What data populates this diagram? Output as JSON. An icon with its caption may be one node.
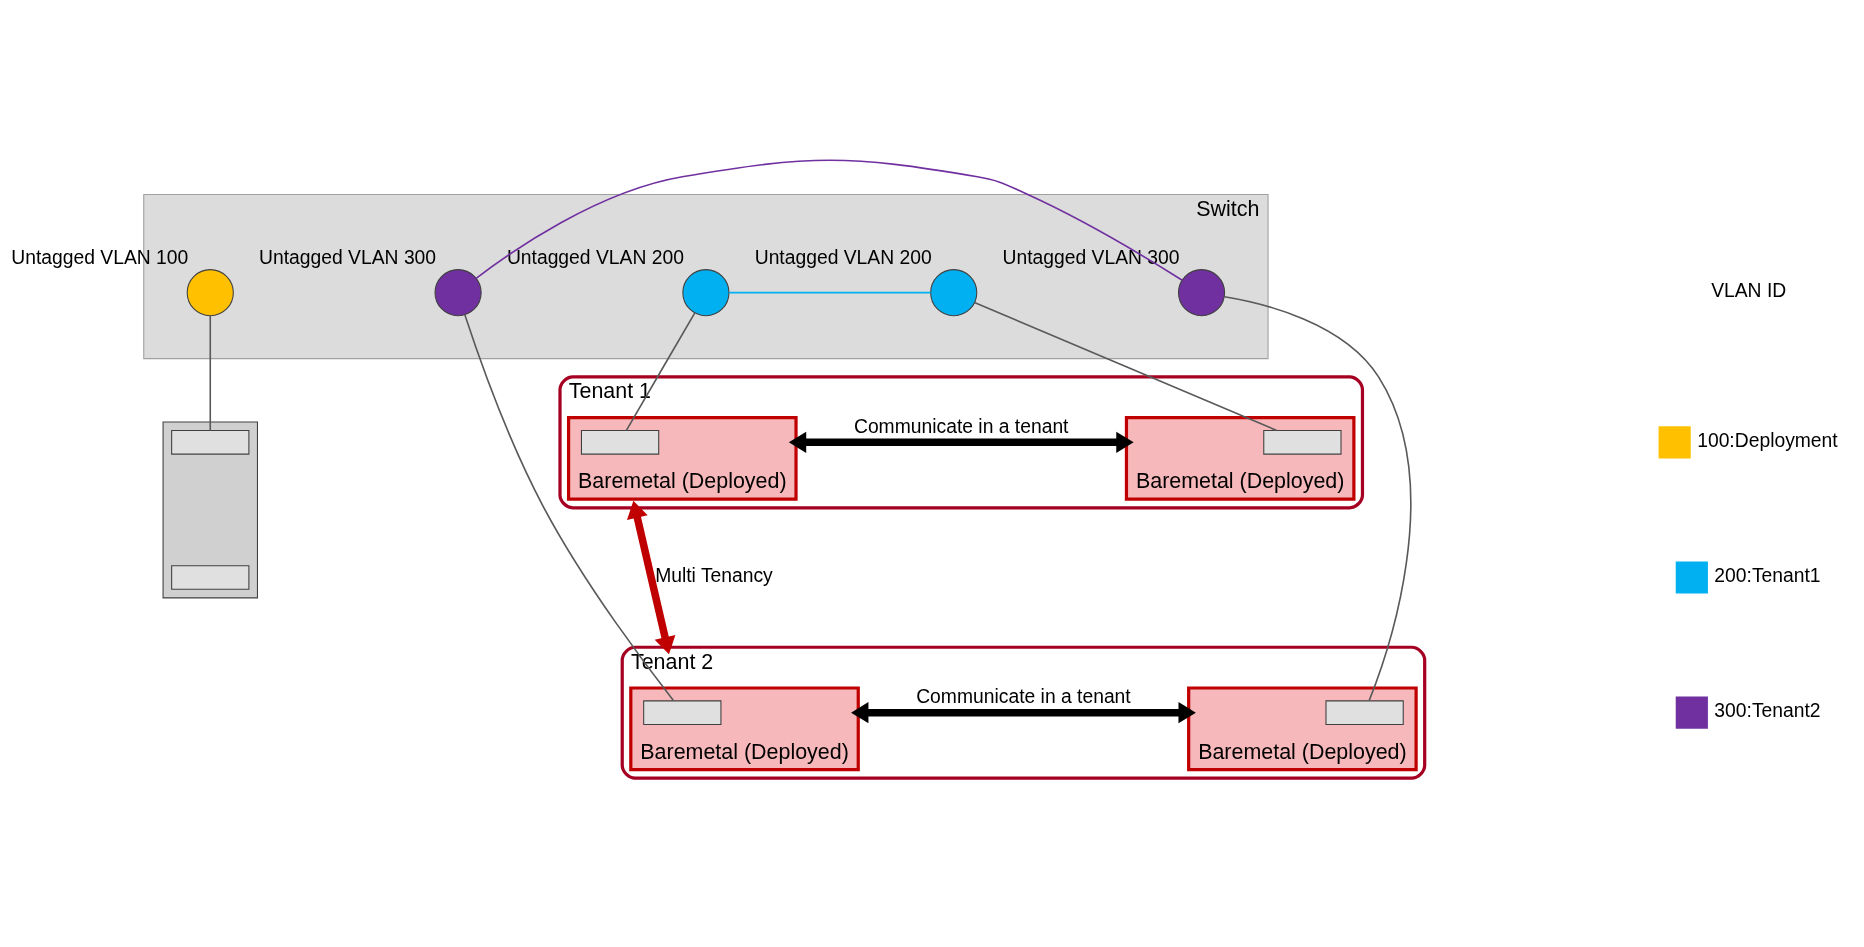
{
  "diagram": {
    "nodes": [
      {
        "text": [
          "Switch"
        ]
      },
      {
        "text": [],
        "shape": "circle",
        "in": 0,
        "beside": [
          "Untagged VLAN 100"
        ]
      },
      {
        "text": [],
        "shape": "circle",
        "in": 0,
        "beside": [
          "Untagged VLAN 300"
        ]
      },
      {
        "text": [],
        "shape": "circle",
        "in": 0,
        "beside": [
          "Untagged VLAN 200"
        ]
      },
      {
        "text": [],
        "shape": "circle",
        "in": 0,
        "beside": [
          "Untagged VLAN 300"
        ]
      },
      {
        "text": [],
        "shape": "circle",
        "in": 0,
        "beside": [
          "Untagged VLAN 200"
        ]
      },
      {
        "text": [],
        "shape": "box"
      },
      {
        "text": [],
        "shape": "box",
        "in": 6
      },
      {
        "text": [],
        "shape": "box",
        "in": 6
      },
      {
        "text": [
          "Tenant 1"
        ]
      },
      {
        "text": [
          "Baremetal (Deployed)"
        ],
        "in": 9
      },
      {
        "text": [],
        "shape": "box",
        "in": 10
      },
      {
        "text": [
          "Baremetal (Deployed)"
        ],
        "in": 9
      },
      {
        "text": [],
        "shape": "box",
        "in": 12
      },
      {
        "text": [
          "Tenant 2"
        ]
      },
      {
        "text": [
          "Baremetal (Deployed)"
        ],
        "in": 14
      },
      {
        "text": [],
        "shape": "box",
        "in": 15
      },
      {
        "text": [
          "Baremetal (Deployed)"
        ],
        "in": 14
      },
      {
        "text": [],
        "shape": "box",
        "in": 17
      }
    ],
    "edges": [
      {
        "from": 2,
        "to": 4,
        "arrow": "none",
        "color": "#7030a0"
      },
      {
        "from": 3,
        "to": 5,
        "arrow": "none",
        "color": "#00b0f0"
      },
      {
        "from": 1,
        "to": 7,
        "arrow": "none"
      },
      {
        "from": 2,
        "to": 16,
        "arrow": "none"
      },
      {
        "from": 3,
        "to": 11,
        "arrow": "none"
      },
      {
        "from": 4,
        "to": 18,
        "arrow": "none"
      },
      {
        "from": 5,
        "to": 13,
        "arrow": "none"
      },
      {
        "from": 10,
        "to": 12,
        "arrow": "both",
        "label": "Communicate in a tenant",
        "style": "thick",
        "color": "#000000"
      },
      {
        "from": 15,
        "to": 17,
        "arrow": "both",
        "label": "Communicate in a tenant",
        "style": "thick",
        "color": "#000000"
      },
      {
        "from": 9,
        "to": 14,
        "arrow": "both",
        "label": "Multi Tenancy",
        "style": "thick",
        "color": "#c00000"
      }
    ],
    "labels": [
      "VLAN ID"
    ],
    "legend": [
      {
        "text": "100:Deployment",
        "color": "#ffc000"
      },
      {
        "text": "200:Tenant1",
        "color": "#00b0f0"
      },
      {
        "text": "300:Tenant2",
        "color": "#7030a0"
      }
    ]
  }
}
